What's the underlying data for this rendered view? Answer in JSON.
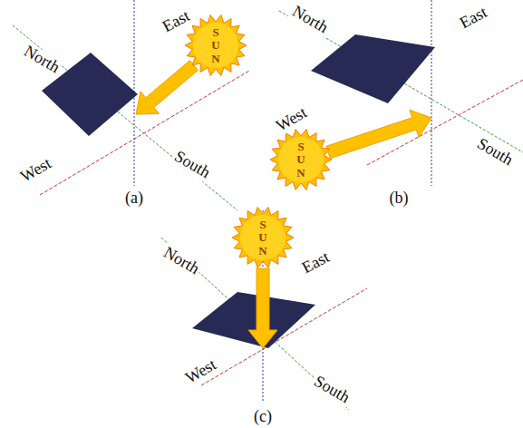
{
  "diagram": {
    "nodes": [
      {
        "text": [
          "S U N"
        ]
      },
      {
        "text": [
          "S U N"
        ]
      },
      {
        "text": [
          "S U N"
        ]
      }
    ],
    "labels": [
      "North",
      "East",
      "West",
      "South",
      "(a)",
      "North",
      "East",
      "West",
      "South",
      "(b)",
      "North",
      "East",
      "West",
      "South",
      "(c)"
    ]
  }
}
